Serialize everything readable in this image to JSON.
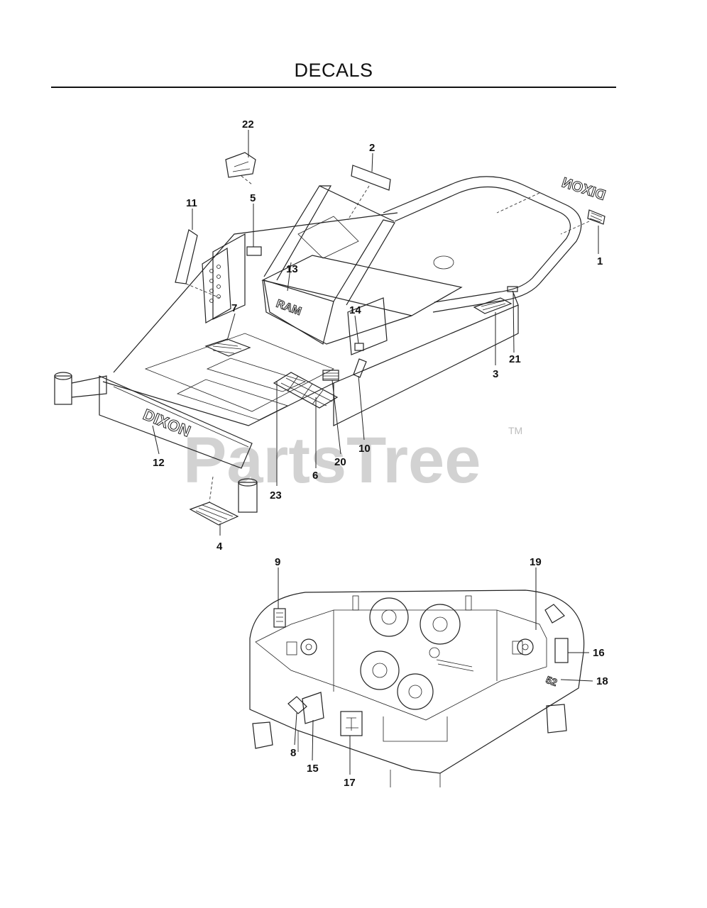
{
  "title": "DECALS",
  "watermark": {
    "text": "PartsTree",
    "tm": "TM"
  },
  "decal_text": {
    "ram": "RAM",
    "dixon": "DIXON",
    "dixon_mirror": "DIXON",
    "deck_size": "52"
  },
  "callouts": [
    "1",
    "2",
    "3",
    "4",
    "5",
    "6",
    "7",
    "8",
    "9",
    "10",
    "11",
    "12",
    "13",
    "14",
    "15",
    "16",
    "17",
    "18",
    "19",
    "20",
    "21",
    "22",
    "23"
  ]
}
